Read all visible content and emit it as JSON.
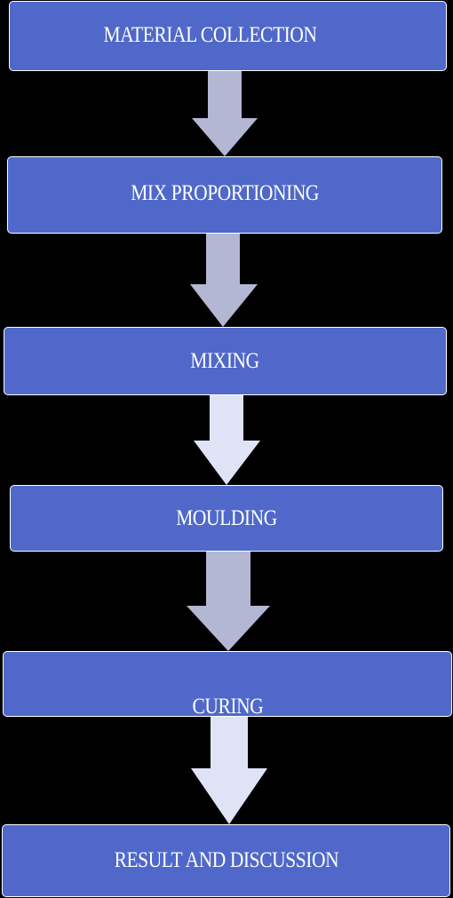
{
  "steps": [
    {
      "label": "MATERIAL COLLECTION"
    },
    {
      "label": "MIX PROPORTIONING"
    },
    {
      "label": "MIXING"
    },
    {
      "label": "MOULDING"
    },
    {
      "label": "CURING"
    },
    {
      "label": "RESULT AND DISCUSSION"
    }
  ],
  "colors": {
    "box_fill": "#4f68c9",
    "box_border": "#ffffff",
    "arrow_dark": "#b4b7d4",
    "arrow_light": "#dfe3f5",
    "background": "#000000",
    "text": "#ffffff"
  }
}
